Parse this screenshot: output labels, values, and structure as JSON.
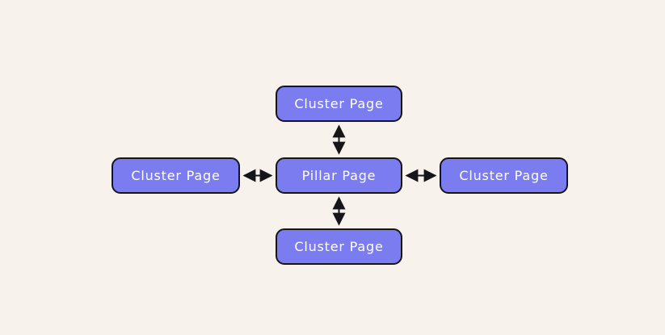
{
  "diagram": {
    "nodes": [
      {
        "id": "cluster-top",
        "label": "Cluster Page"
      },
      {
        "id": "cluster-left",
        "label": "Cluster Page"
      },
      {
        "id": "pillar",
        "label": "Pillar Page"
      },
      {
        "id": "cluster-right",
        "label": "Cluster Page"
      },
      {
        "id": "cluster-bottom",
        "label": "Cluster Page"
      }
    ],
    "connectors": [
      {
        "from": "pillar",
        "to": "cluster-top",
        "style": "bidirectional-arrow"
      },
      {
        "from": "pillar",
        "to": "cluster-left",
        "style": "bidirectional-arrow"
      },
      {
        "from": "pillar",
        "to": "cluster-right",
        "style": "bidirectional-arrow"
      },
      {
        "from": "pillar",
        "to": "cluster-bottom",
        "style": "bidirectional-arrow"
      }
    ],
    "colors": {
      "background": "#f7f2ec",
      "node_fill": "#7b7cef",
      "node_border": "#15151a",
      "node_text": "#ffffff",
      "connector": "#15151a"
    }
  }
}
